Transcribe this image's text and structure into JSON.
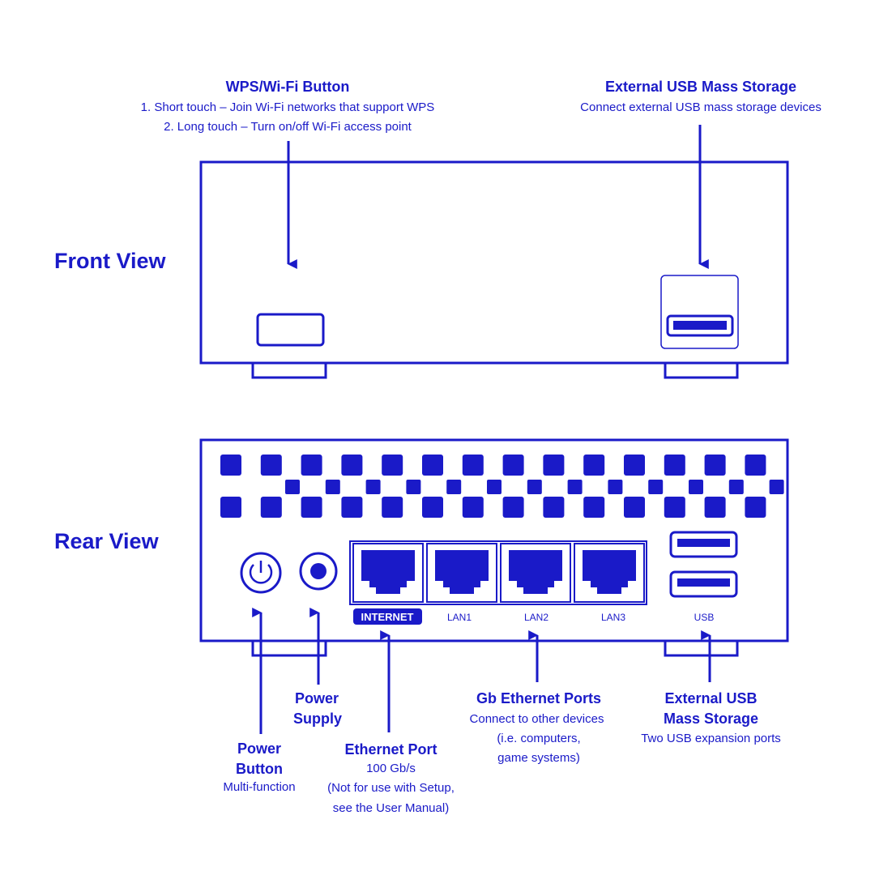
{
  "front_view": {
    "title": "Front View",
    "wps": {
      "title": "WPS/Wi-Fi Button",
      "line1": "1. Short touch – Join Wi-Fi networks that support WPS",
      "line2": "2. Long touch – Turn on/off Wi-Fi access point"
    },
    "usb": {
      "title": "External USB Mass Storage",
      "desc": "Connect external USB mass storage devices"
    }
  },
  "rear_view": {
    "title": "Rear View",
    "port_labels": [
      "INTERNET",
      "LAN1",
      "LAN2",
      "LAN3",
      "USB"
    ],
    "power_supply": {
      "line1": "Power",
      "line2": "Supply"
    },
    "power_button": {
      "line1": "Power",
      "line2": "Button",
      "desc": "Multi-function"
    },
    "ethernet_port": {
      "title": "Ethernet Port",
      "speed": "100 Gb/s",
      "note1": "(Not for use with Setup,",
      "note2": "see the User Manual)"
    },
    "gb_ethernet": {
      "title": "Gb Ethernet Ports",
      "line1": "Connect to other devices",
      "line2": "(i.e. computers,",
      "line3": "game systems)"
    },
    "ext_usb": {
      "line1": "External USB",
      "line2": "Mass Storage",
      "desc": "Two USB expansion ports"
    }
  },
  "colors": {
    "primary": "#1a1ac8",
    "background": "#ffffff"
  }
}
